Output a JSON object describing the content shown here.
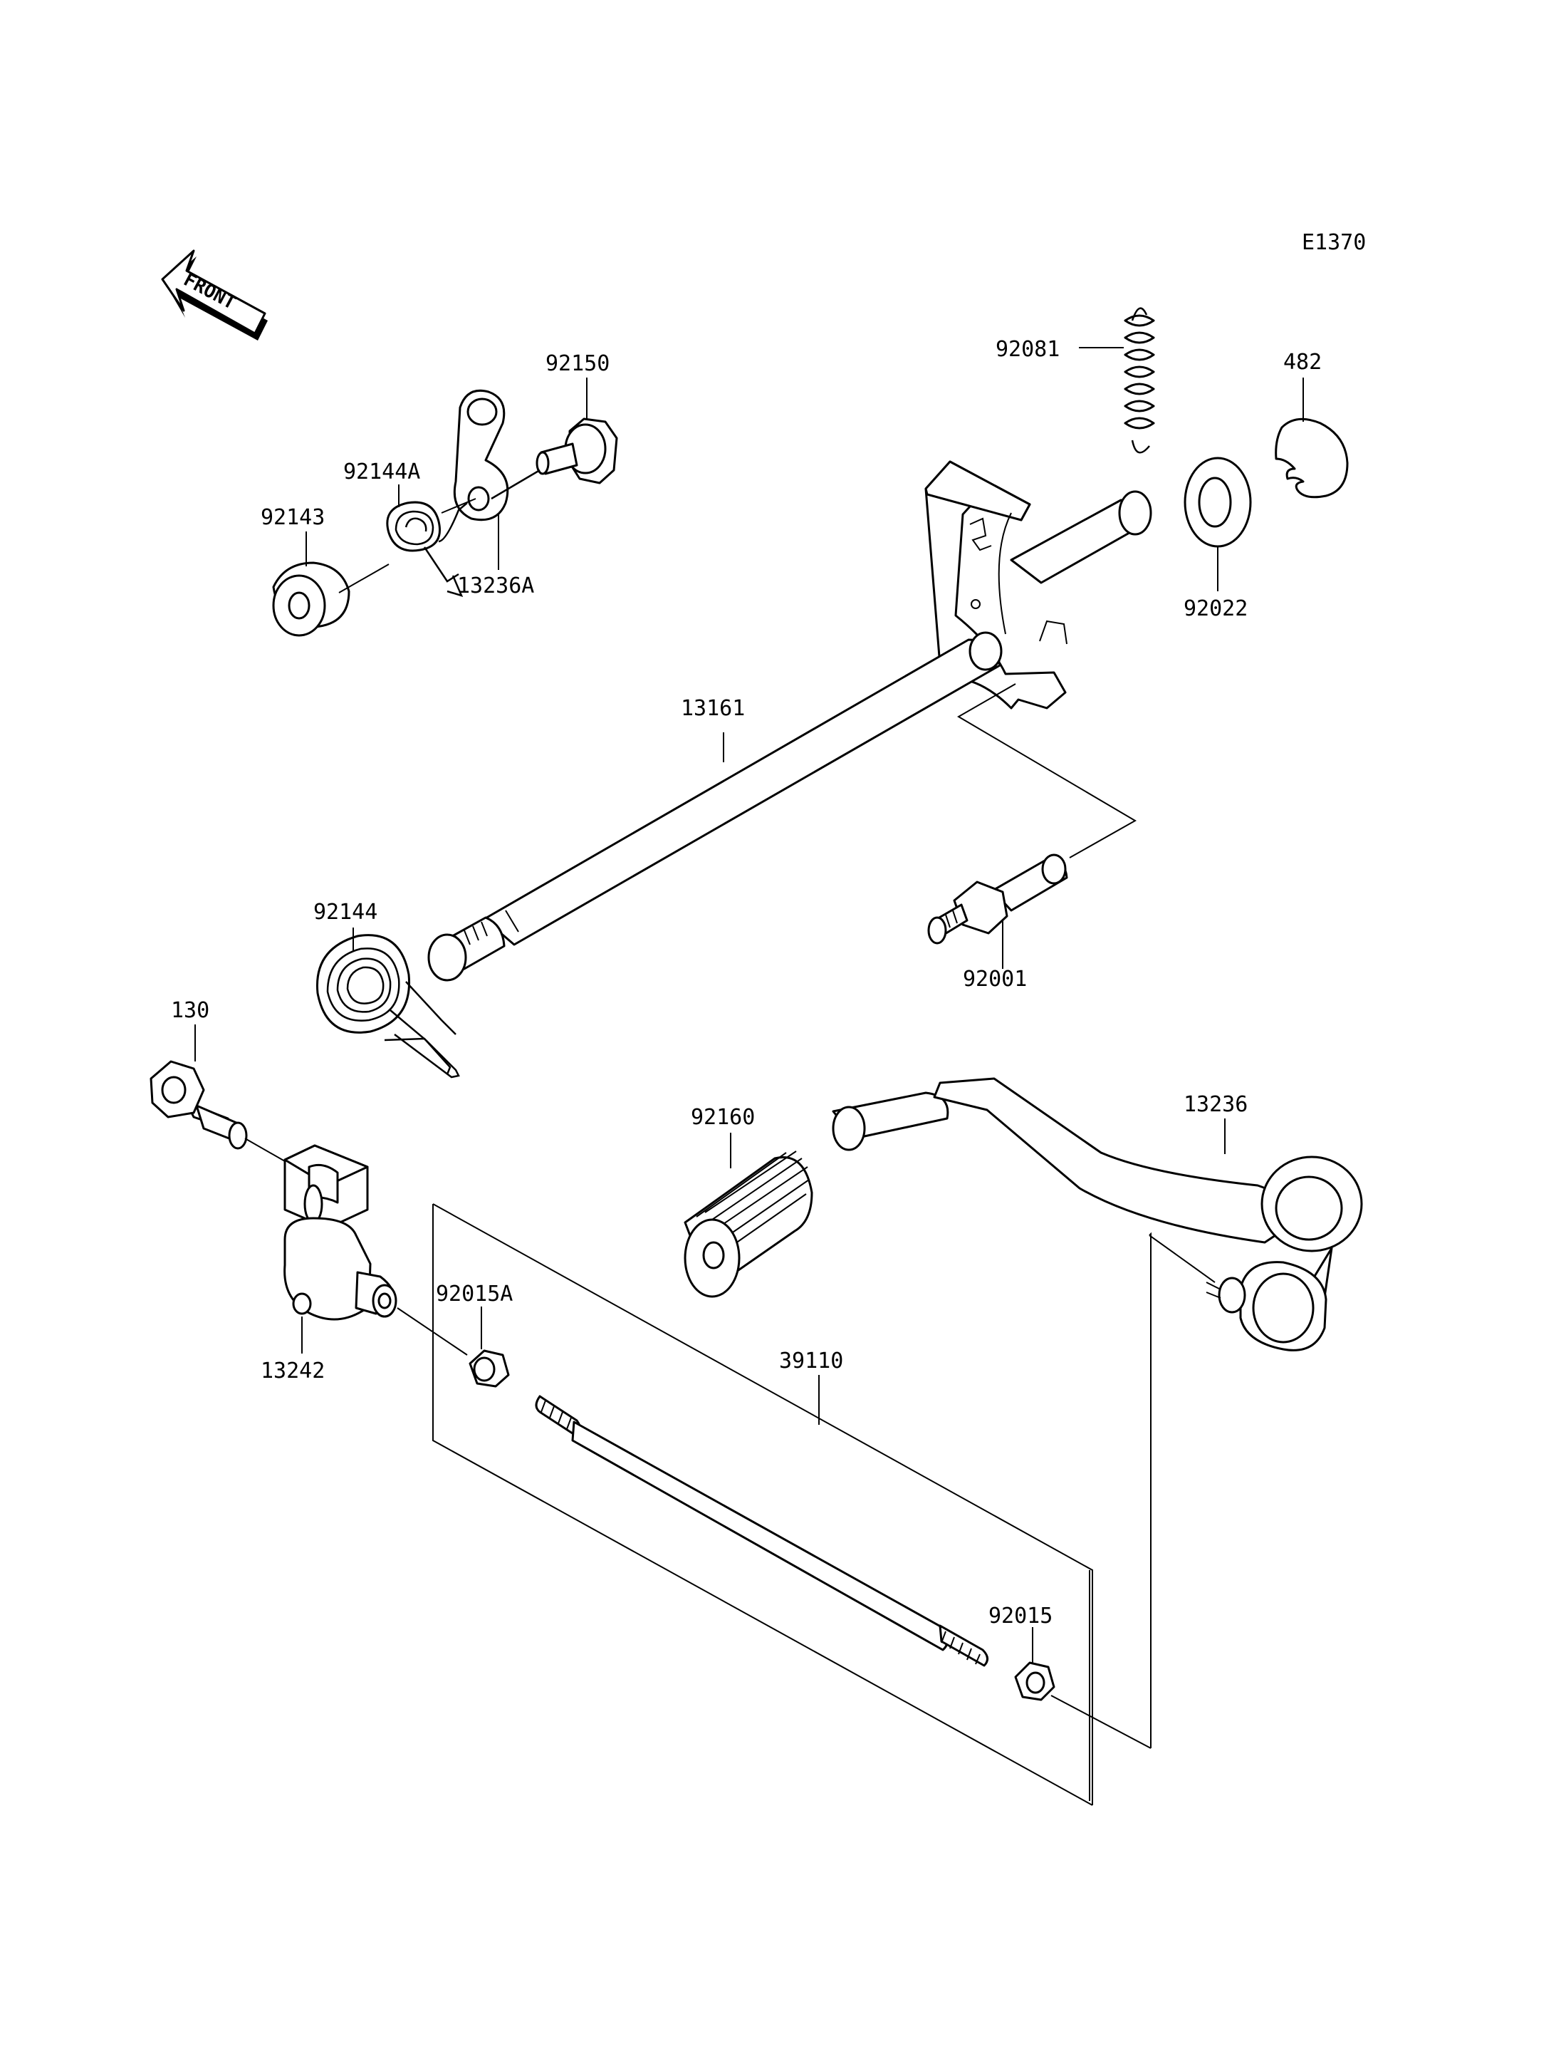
{
  "diagram": {
    "code": "E1370",
    "front_arrow_label": "FRONT",
    "labels": {
      "p92081": "92081",
      "p482": "482",
      "p92150": "92150",
      "p92144A": "92144A",
      "p92143": "92143",
      "p13236A": "13236A",
      "p92022": "92022",
      "p13161": "13161",
      "p92144": "92144",
      "p92001": "92001",
      "p130": "130",
      "p13236": "13236",
      "p92160": "92160",
      "p92015A": "92015A",
      "p13242": "13242",
      "p39110": "39110",
      "p92015": "92015"
    }
  }
}
